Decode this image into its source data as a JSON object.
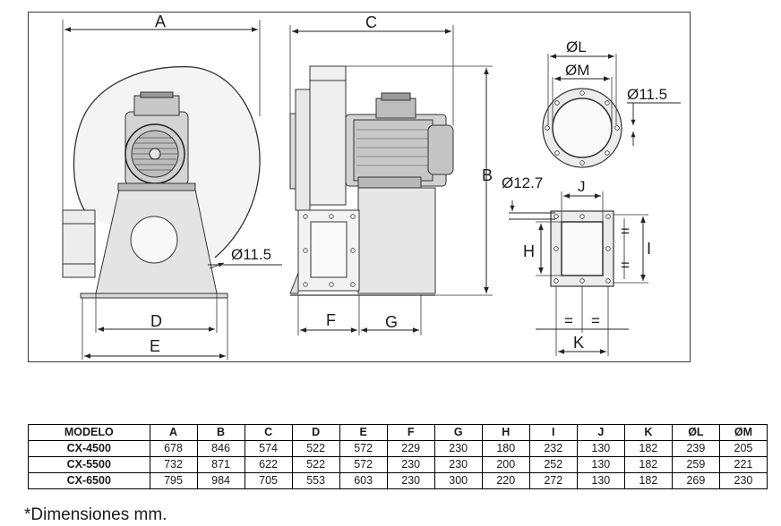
{
  "dimension_labels": {
    "A": "A",
    "B": "B",
    "C": "C",
    "D": "D",
    "E": "E",
    "F": "F",
    "G": "G",
    "H": "H",
    "I": "I",
    "J": "J",
    "K": "K",
    "phiL": "ØL",
    "phiM": "ØM",
    "hole_flange": "Ø11.5",
    "hole_base": "Ø11.5",
    "hole_outlet": "Ø12.7",
    "equal_mark": "="
  },
  "table": {
    "headers": [
      "MODELO",
      "A",
      "B",
      "C",
      "D",
      "E",
      "F",
      "G",
      "H",
      "I",
      "J",
      "K",
      "ØL",
      "ØM"
    ],
    "rows": [
      [
        "CX-4500",
        "678",
        "846",
        "574",
        "522",
        "572",
        "229",
        "230",
        "180",
        "232",
        "130",
        "182",
        "239",
        "205"
      ],
      [
        "CX-5500",
        "732",
        "871",
        "622",
        "522",
        "572",
        "230",
        "230",
        "200",
        "252",
        "130",
        "182",
        "259",
        "221"
      ],
      [
        "CX-6500",
        "795",
        "984",
        "705",
        "553",
        "603",
        "230",
        "300",
        "220",
        "272",
        "130",
        "182",
        "269",
        "230"
      ]
    ]
  },
  "footnote": "*Dimensiones mm."
}
